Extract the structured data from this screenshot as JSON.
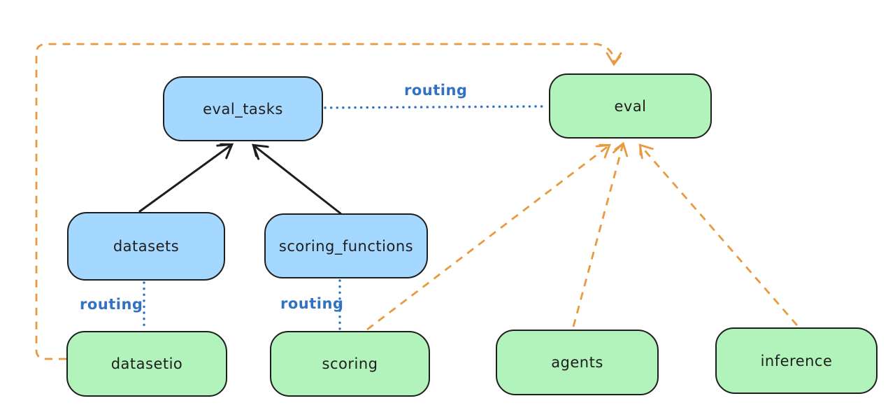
{
  "diagram_type": "architecture-diagram",
  "nodes": {
    "eval_tasks": {
      "label": "eval_tasks",
      "color": "blue"
    },
    "eval": {
      "label": "eval",
      "color": "green"
    },
    "datasets": {
      "label": "datasets",
      "color": "blue"
    },
    "scoring_functions": {
      "label": "scoring_functions",
      "color": "blue"
    },
    "datasetio": {
      "label": "datasetio",
      "color": "green"
    },
    "scoring": {
      "label": "scoring",
      "color": "green"
    },
    "agents": {
      "label": "agents",
      "color": "green"
    },
    "inference": {
      "label": "inference",
      "color": "green"
    }
  },
  "labels": {
    "routing": "routing"
  },
  "edges": [
    {
      "from": "datasets",
      "to": "eval_tasks",
      "style": "solid",
      "color": "black",
      "arrow": true,
      "label": ""
    },
    {
      "from": "scoring_functions",
      "to": "eval_tasks",
      "style": "solid",
      "color": "black",
      "arrow": true,
      "label": ""
    },
    {
      "from": "eval_tasks",
      "to": "eval",
      "style": "dotted",
      "color": "blue",
      "arrow": false,
      "label": "routing"
    },
    {
      "from": "datasets",
      "to": "datasetio",
      "style": "dotted",
      "color": "blue",
      "arrow": false,
      "label": "routing"
    },
    {
      "from": "scoring_functions",
      "to": "scoring",
      "style": "dotted",
      "color": "blue",
      "arrow": false,
      "label": "routing"
    },
    {
      "from": "datasetio",
      "to": "eval",
      "style": "dashed",
      "color": "orange",
      "arrow": true,
      "label": ""
    },
    {
      "from": "scoring",
      "to": "eval",
      "style": "dashed",
      "color": "orange",
      "arrow": true,
      "label": ""
    },
    {
      "from": "agents",
      "to": "eval",
      "style": "dashed",
      "color": "orange",
      "arrow": true,
      "label": ""
    },
    {
      "from": "inference",
      "to": "eval",
      "style": "dashed",
      "color": "orange",
      "arrow": true,
      "label": ""
    }
  ],
  "colors": {
    "blue_node_fill": "#a5d8ff",
    "green_node_fill": "#b2f2bb",
    "node_stroke": "#1e1e1e",
    "solid_edge": "#1e1e1e",
    "routing_edge": "#3272c3",
    "provider_edge": "#e9993f",
    "background": "#ffffff"
  }
}
